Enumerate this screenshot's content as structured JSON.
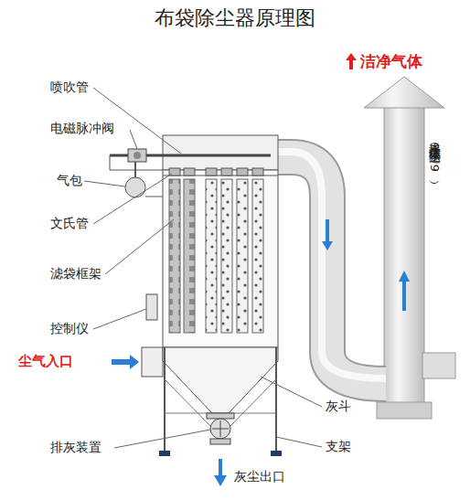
{
  "diagram": {
    "title": "布袋除尘器原理图",
    "labels": [
      "喷吹管",
      "电磁脉冲阀",
      "气包",
      "文氏管",
      "滤袋框架",
      "控制仪",
      "尘气入口",
      "排灰装置",
      "洁净气体",
      "干净气体（除尘达99.9）",
      "灰斗",
      "支架",
      "灰尘出口"
    ]
  }
}
